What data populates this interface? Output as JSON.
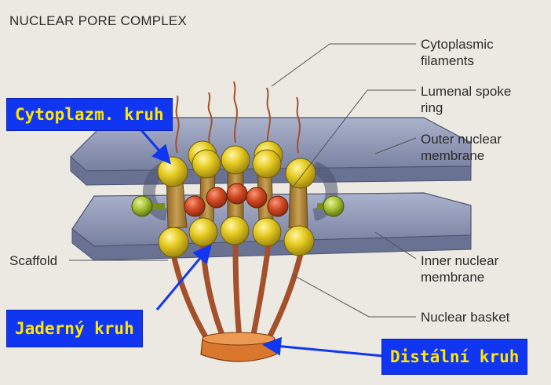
{
  "title": "NUCLEAR PORE COMPLEX",
  "labels": {
    "cytoplasmic_filaments": [
      "Cytoplasmic",
      "filaments"
    ],
    "lumenal_spoke_ring": [
      "Lumenal spoke",
      "ring"
    ],
    "outer_nuclear_membrane": [
      "Outer nuclear",
      "membrane"
    ],
    "scaffold": "Scaffold",
    "inner_nuclear_membrane": [
      "Inner nuclear",
      "membrane"
    ],
    "nuclear_basket": "Nuclear basket"
  },
  "callouts": {
    "cytoplasmic_ring": "Cytoplazm. kruh",
    "nuclear_ring": "Jaderný kruh",
    "distal_ring": "Distální kruh"
  },
  "colors": {
    "background": "#ece9e2",
    "membrane": "#8e96b4",
    "yellow_ring": "#e0c51c",
    "red_ring": "#d24a24",
    "scaffold": "#b38a3c",
    "callout_bg": "#1036f2",
    "callout_text": "#ffe600",
    "arrow": "#1036f2"
  }
}
